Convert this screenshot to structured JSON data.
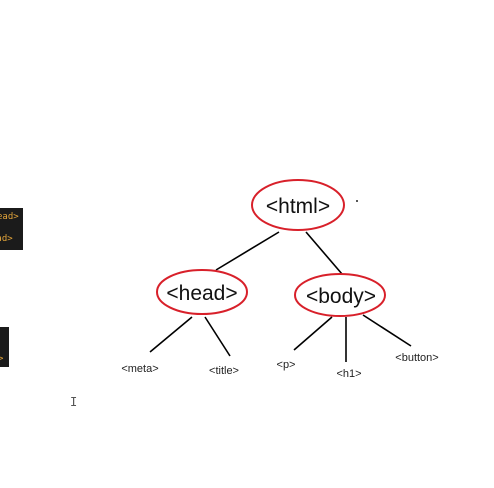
{
  "snippets": {
    "left_a": [
      "ead>",
      "ead>"
    ],
    "left_b": [
      ">"
    ]
  },
  "tree": {
    "root": "<html>",
    "level1": [
      "<head>",
      "<body>"
    ],
    "head_children": [
      "<meta>",
      "<title>"
    ],
    "body_children": [
      "<p>",
      "<h1>",
      "<button>"
    ]
  },
  "colors": {
    "ellipse_stroke": "#d8202a",
    "line": "#000000"
  }
}
